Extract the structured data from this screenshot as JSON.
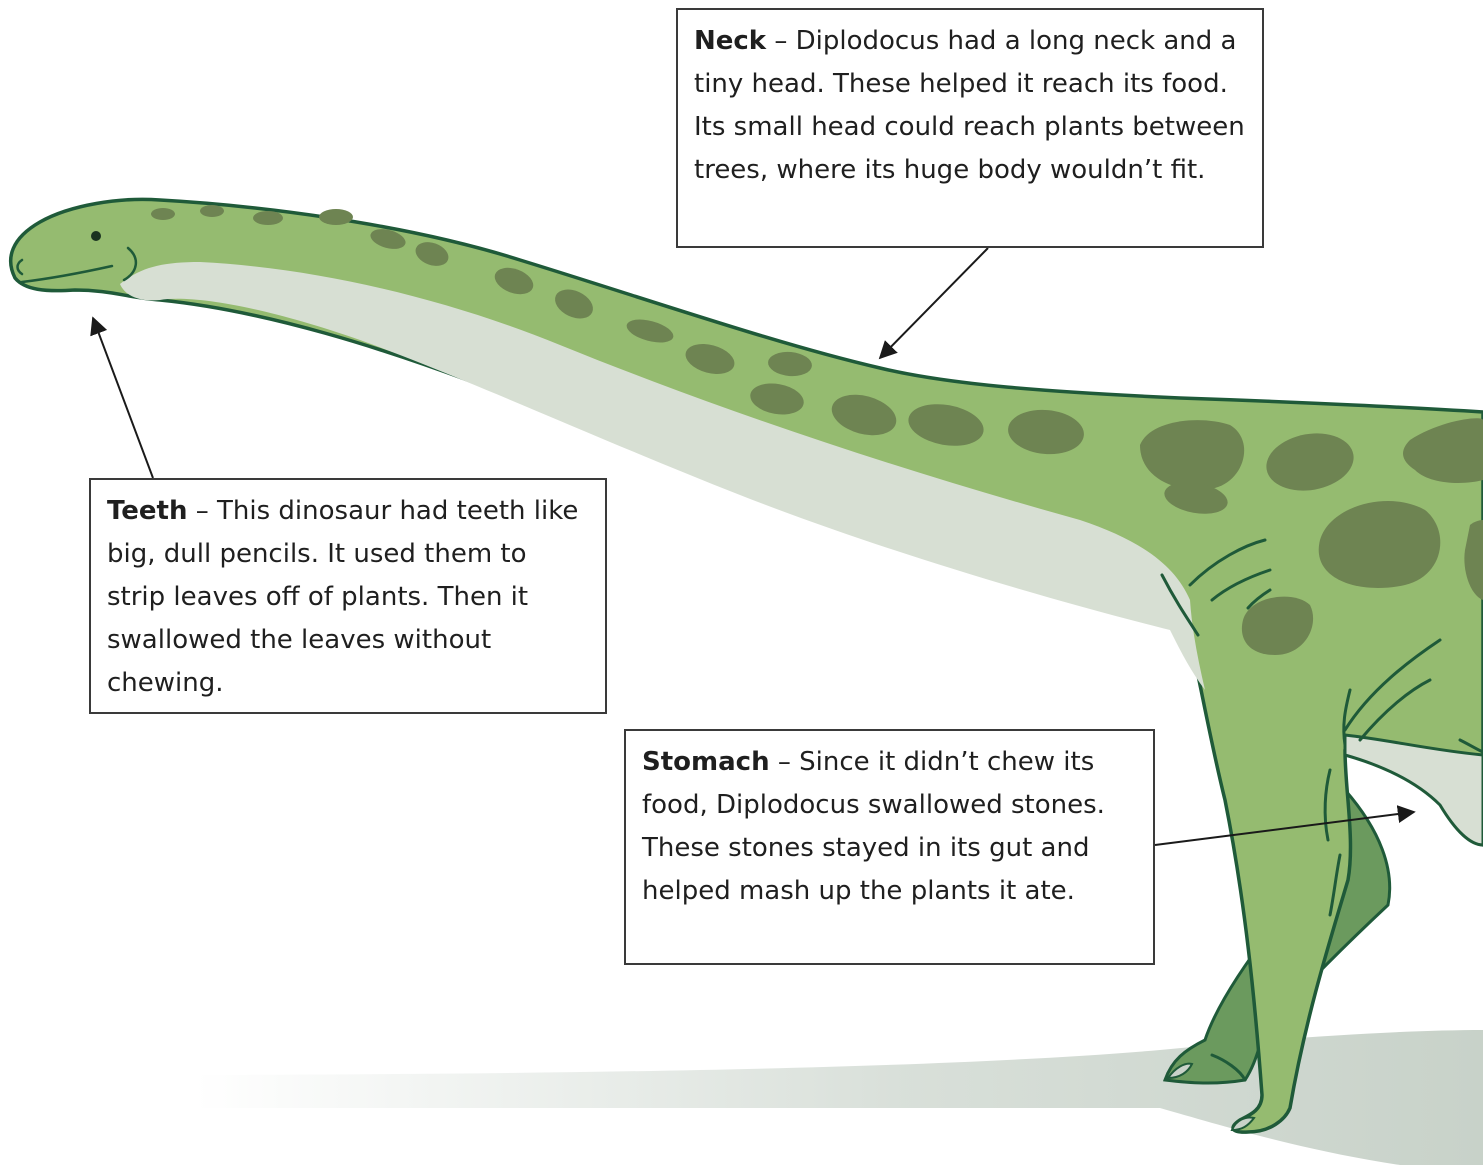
{
  "colors": {
    "body_green": "#95bb70",
    "spot_green": "#6e8452",
    "belly_pale": "#d7dfd3",
    "outline": "#1f5a39",
    "far_leg": "#6b9a5e",
    "ground_shadow": "#c8d2c9",
    "arrow": "#1a1a1a"
  },
  "labels": {
    "neck": {
      "term": "Neck",
      "text": " – Diplodocus had a long neck and a tiny head. These helped it reach its food. Its small head could reach plants between trees, where its huge body wouldn’t fit."
    },
    "teeth": {
      "term": "Teeth",
      "text": " – This dinosaur had teeth like big, dull pencils. It used them to strip leaves off of plants. Then it swallowed the leaves without chewing."
    },
    "stomach": {
      "term": "Stomach",
      "text": " – Since it didn’t chew its food, Diplodocus swallowed stones. These stones stayed in its gut and helped mash up the plants it ate."
    }
  }
}
